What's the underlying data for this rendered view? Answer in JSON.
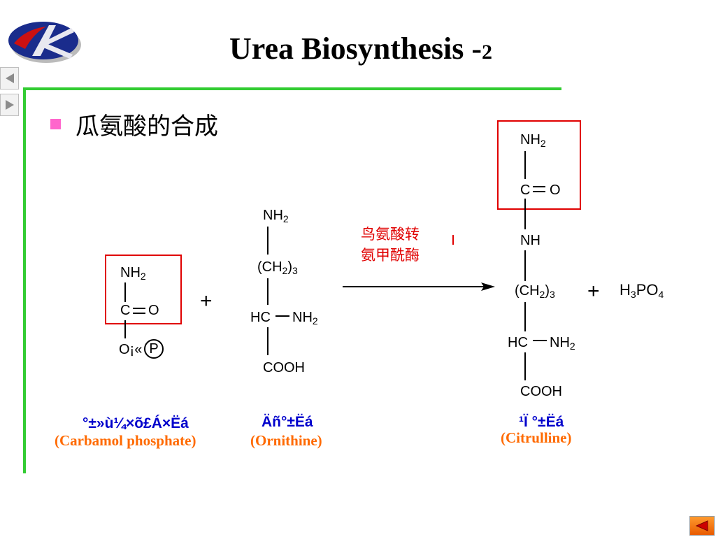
{
  "title": {
    "text": "Urea Biosynthesis -",
    "number": "2"
  },
  "nav": {
    "prev_icon": "triangle-left-icon",
    "next_icon": "triangle-right-icon",
    "corner_icon": "triangle-left-icon"
  },
  "subtitle": "瓜氨酸的合成",
  "carbamoyl": {
    "nh2": "NH",
    "sub2": "2",
    "c": "C",
    "o": "O",
    "o_glyph": "O¡«",
    "p": "P"
  },
  "ornithine": {
    "nh2": "NH",
    "sub2": "2",
    "ch2_left": "(CH",
    "ch2_mid": "2",
    "ch2_right": ")",
    "ch2_sub": "3",
    "hc": "HC",
    "nh2_b": "NH",
    "sub2_b": "2",
    "cooh": "COOH"
  },
  "enzyme": {
    "line1": "鸟氨酸转",
    "line2": "氨甲酰酶"
  },
  "citrulline": {
    "nh2": "NH",
    "sub2": "2",
    "c": "C",
    "o": "O",
    "nh": "NH",
    "ch2_left": "(CH",
    "ch2_mid": "2",
    "ch2_right": ")",
    "ch2_sub": "3",
    "hc": "HC",
    "nh2_b": "NH",
    "sub2_b": "2",
    "cooh": "COOH"
  },
  "plus1": "+",
  "plus2": "+",
  "h3po4": {
    "h": "H",
    "s3": "3",
    "po": "PO",
    "s4": "4"
  },
  "labels": {
    "carbamoyl_garbled": "°±»ù¼×õ£Á×Ëá",
    "carbamoyl_eng": "(Carbamol phosphate)",
    "ornithine_garbled": "Äñ°±Ëá",
    "ornithine_eng": "(Ornithine)",
    "citrulline_garbled": "¹Ï °±Ëá",
    "citrulline_eng": "(Citrulline)"
  },
  "colors": {
    "accent_green": "#33cc33",
    "highlight_red": "#e00000",
    "label_blue": "#0000cc",
    "label_orange": "#ff6a00",
    "bullet_pink": "#ff66cc"
  }
}
